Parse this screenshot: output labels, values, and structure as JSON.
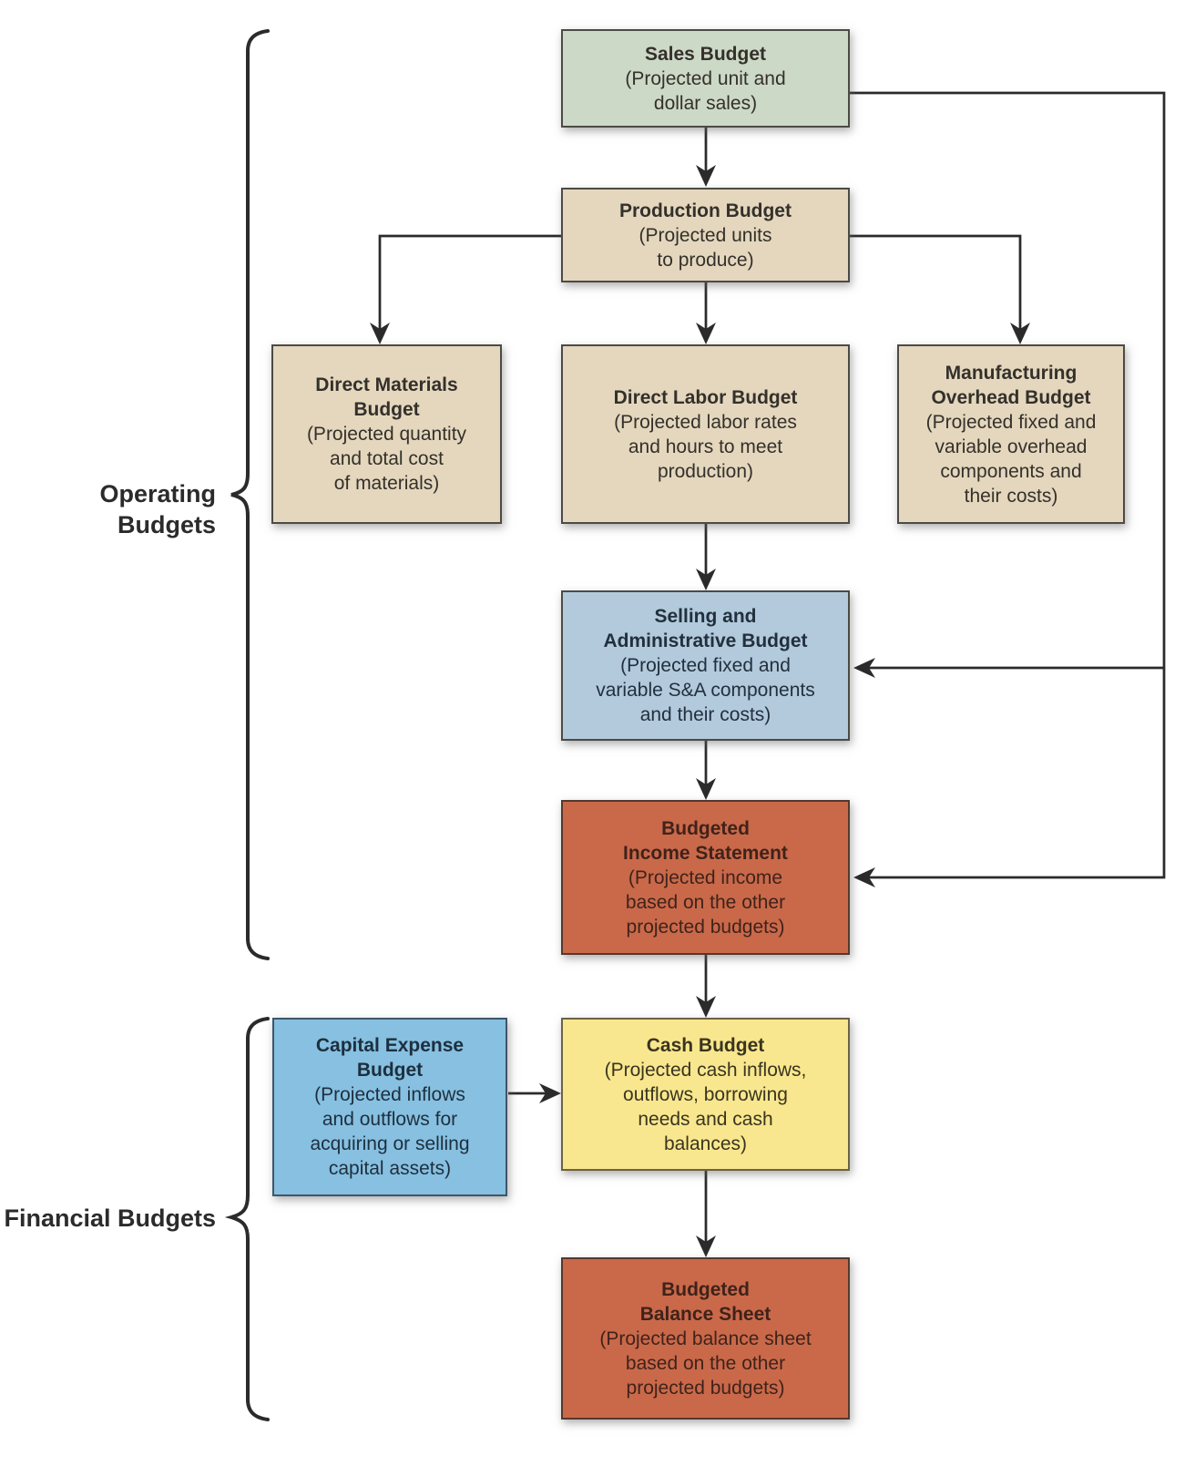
{
  "groups": {
    "operating": {
      "label": "Operating Budgets"
    },
    "financial": {
      "label": "Financial Budgets"
    }
  },
  "connector_color": "#2b2b2b",
  "boxes": [
    {
      "id": "sales-budget",
      "title": "Sales Budget",
      "subtitle": "(Projected unit and\ndollar sales)",
      "color": "#cdd9c7"
    },
    {
      "id": "production-budget",
      "title": "Production Budget",
      "subtitle": "(Projected units\nto produce)",
      "color": "#e4d7bd"
    },
    {
      "id": "direct-materials-budget",
      "title": "Direct Materials\nBudget",
      "subtitle": "(Projected quantity\nand total cost\nof materials)",
      "color": "#e4d7bd"
    },
    {
      "id": "direct-labor-budget",
      "title": "Direct Labor Budget",
      "subtitle": "(Projected labor rates\nand hours to meet\nproduction)",
      "color": "#e4d7bd"
    },
    {
      "id": "manufacturing-overhead-budget",
      "title": "Manufacturing\nOverhead Budget",
      "subtitle": "(Projected fixed and\nvariable overhead\ncomponents and\ntheir costs)",
      "color": "#e4d7bd"
    },
    {
      "id": "selling-administrative-budget",
      "title": "Selling and\nAdministrative Budget",
      "subtitle": "(Projected fixed and\nvariable S&A components\nand their costs)",
      "color": "#b2cadc"
    },
    {
      "id": "budgeted-income-statement",
      "title": "Budgeted\nIncome Statement",
      "subtitle": "(Projected income\nbased on the other\nprojected budgets)",
      "color": "#c9694a"
    },
    {
      "id": "capital-expense-budget",
      "title": "Capital Expense\nBudget",
      "subtitle": "(Projected inflows\nand outflows for\nacquiring or selling\ncapital assets)",
      "color": "#87c0e0"
    },
    {
      "id": "cash-budget",
      "title": "Cash Budget",
      "subtitle": "(Projected cash inflows,\noutflows, borrowing\nneeds and cash\nbalances)",
      "color": "#f8e78e"
    },
    {
      "id": "budgeted-balance-sheet",
      "title": "Budgeted\nBalance Sheet",
      "subtitle": "(Projected balance sheet\nbased on the other\nprojected budgets)",
      "color": "#c9694a"
    }
  ]
}
